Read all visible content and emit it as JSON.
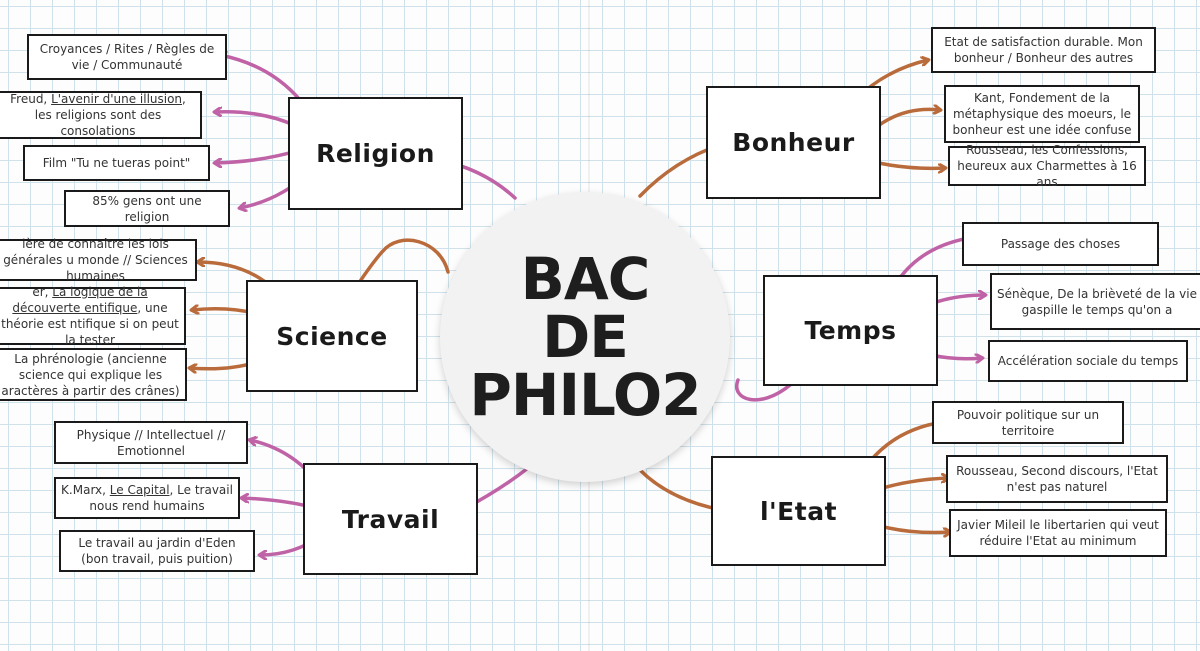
{
  "colors": {
    "pink": "#c062a6",
    "brown": "#b96b3b",
    "ink": "#1a1a1a"
  },
  "center": {
    "line1": "BAC",
    "line2": "DE",
    "line3": "PHILO2"
  },
  "topics": {
    "religion": "Religion",
    "science": "Science",
    "travail": "Travail",
    "bonheur": "Bonheur",
    "temps": "Temps",
    "etat": "l'Etat"
  },
  "religion_notes": {
    "n1": "Croyances / Rites / Règles de vie / Communauté",
    "n2_prefix": "Freud, ",
    "n2_title": "L'avenir d'une illusion",
    "n2_suffix": ", les religions sont des consolations",
    "n3": "Film \"Tu ne tueras point\"",
    "n4": "85% gens ont une religion"
  },
  "science_notes": {
    "n1": "ière de connaître les lois générales u monde // Sciences humaines",
    "n2_prefix": "er, ",
    "n2_title": "La logique de la découverte entifique",
    "n2_suffix": ", une théorie est ntifique si on peut la tester",
    "n3": "La phrénologie (ancienne science qui explique les aractères à partir des crânes)"
  },
  "travail_notes": {
    "n1": "Physique // Intellectuel // Emotionnel",
    "n2_prefix": "K.Marx, ",
    "n2_title": "Le Capital",
    "n2_suffix": ", Le travail nous rend humains",
    "n3": "Le travail au jardin d'Eden (bon travail, puis puition)"
  },
  "bonheur_notes": {
    "n1": "Etat de satisfaction durable. Mon bonheur / Bonheur des autres",
    "n2": "Kant, Fondement de la métaphysique des moeurs, le bonheur est une idée confuse",
    "n3": "Rousseau, les Confessions, heureux aux Charmettes à 16 ans"
  },
  "temps_notes": {
    "n1": "Passage des choses",
    "n2": "Sénèque, De la brièveté de la vie gaspille le temps qu'on a",
    "n3": "Accélération sociale du temps"
  },
  "etat_notes": {
    "n1": "Pouvoir politique sur un territoire",
    "n2": "Rousseau, Second discours, l'Etat n'est pas naturel",
    "n3": "Javier Mileil le libertarien qui veut réduire l'Etat au minimum"
  }
}
